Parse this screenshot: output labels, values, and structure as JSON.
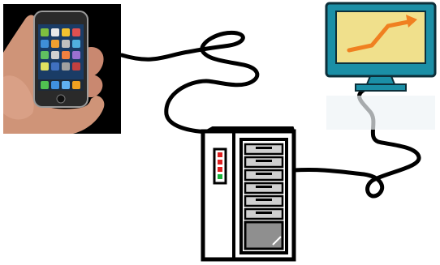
{
  "diagram": {
    "nodes": [
      {
        "id": "smartphone",
        "kind": "handheld mobile phone"
      },
      {
        "id": "server",
        "kind": "server tower"
      },
      {
        "id": "monitor",
        "kind": "desktop monitor showing upward trend chart"
      }
    ],
    "edges": [
      {
        "from": "smartphone",
        "to": "server",
        "style": "scribbled cable"
      },
      {
        "from": "server",
        "to": "monitor",
        "style": "scribbled cable"
      }
    ],
    "colors": {
      "cable": "#000000",
      "phone_background": "#000000",
      "hand_skin": "#cf9478",
      "server_body": "#ffffff",
      "server_outline": "#000000",
      "server_bay": "#8f8f8f",
      "server_led_red": "#e02020",
      "server_led_green": "#16b33a",
      "monitor_frame": "#1b8fa6",
      "monitor_screen": "#f0e08c",
      "monitor_stand": "#1b8fa6",
      "trend_arrow": "#f08020"
    }
  }
}
